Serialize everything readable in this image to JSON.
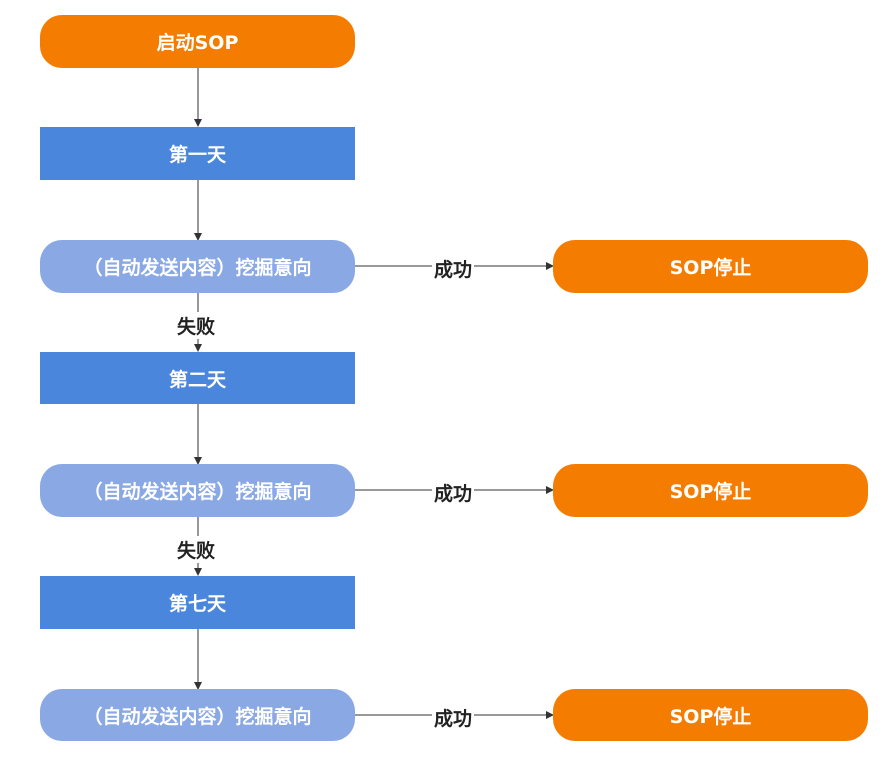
{
  "start": {
    "label": "启动SOP"
  },
  "steps": [
    {
      "day_label": "第一天",
      "action_label": "（自动发送内容）挖掘意向",
      "success_label": "成功",
      "end_label": "SOP停止",
      "fail_label": "失败"
    },
    {
      "day_label": "第二天",
      "action_label": "（自动发送内容）挖掘意向",
      "success_label": "成功",
      "end_label": "SOP停止",
      "fail_label": "失败"
    },
    {
      "day_label": "第七天",
      "action_label": "（自动发送内容）挖掘意向",
      "success_label": "成功",
      "end_label": "SOP停止"
    }
  ],
  "colors": {
    "start_end": "#f47c00",
    "day": "#4a86dc",
    "action": "#8aa8e4",
    "connector": "#333333"
  }
}
